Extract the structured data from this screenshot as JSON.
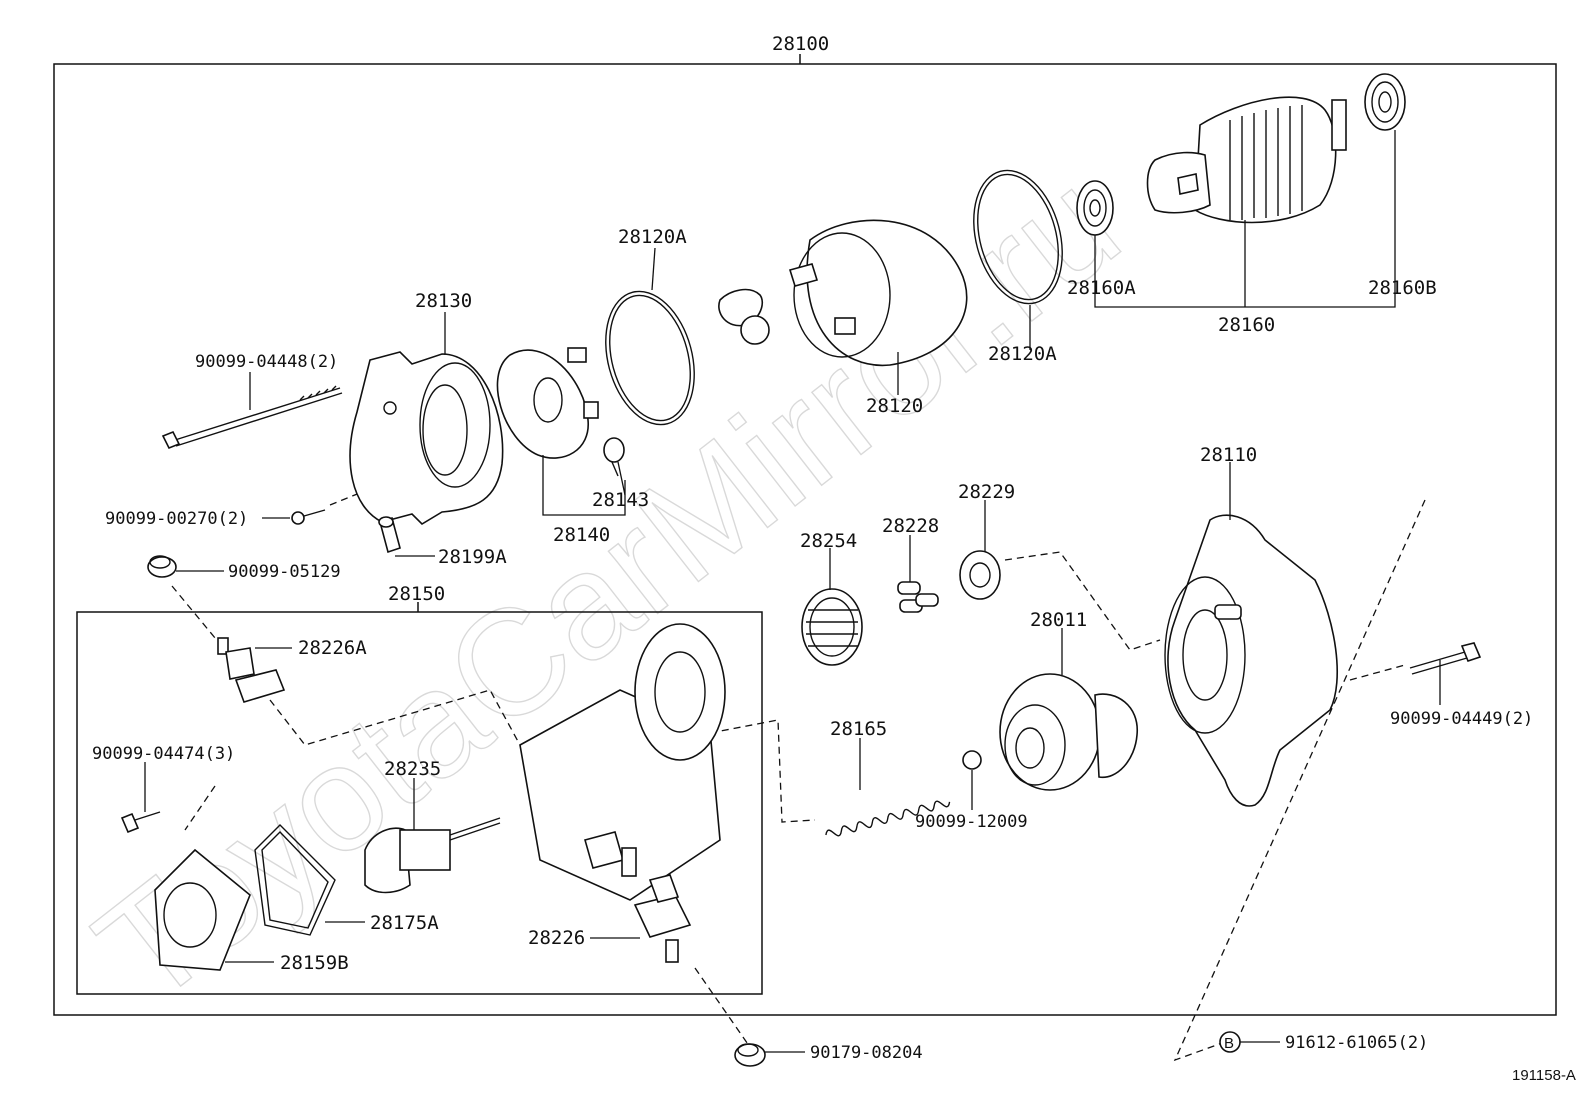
{
  "watermark": "ToyotaCarMirror.ru",
  "figure_id": "191158-A",
  "labels": {
    "l28100": "28100",
    "l28120A_top": "28120A",
    "l28130": "28130",
    "l90099_04448": "90099-04448(2)",
    "l28120": "28120",
    "l28120A_right": "28120A",
    "l28160A": "28160A",
    "l28160": "28160",
    "l28160B": "28160B",
    "l28143": "28143",
    "l28140": "28140",
    "l90099_00270": "90099-00270(2)",
    "l28199A": "28199A",
    "l90099_05129": "90099-05129",
    "l28150": "28150",
    "l28226A": "28226A",
    "l28254": "28254",
    "l28228": "28228",
    "l28229": "28229",
    "l28110": "28110",
    "l28011": "28011",
    "l90099_04449": "90099-04449(2)",
    "l90099_04474": "90099-04474(3)",
    "l28235": "28235",
    "l28165": "28165",
    "l90099_12009": "90099-12009",
    "l28175A": "28175A",
    "l28159B": "28159B",
    "l28226": "28226",
    "l90179_08204": "90179-08204",
    "b_marker": "B",
    "l91612_61065": "91612-61065(2)"
  }
}
